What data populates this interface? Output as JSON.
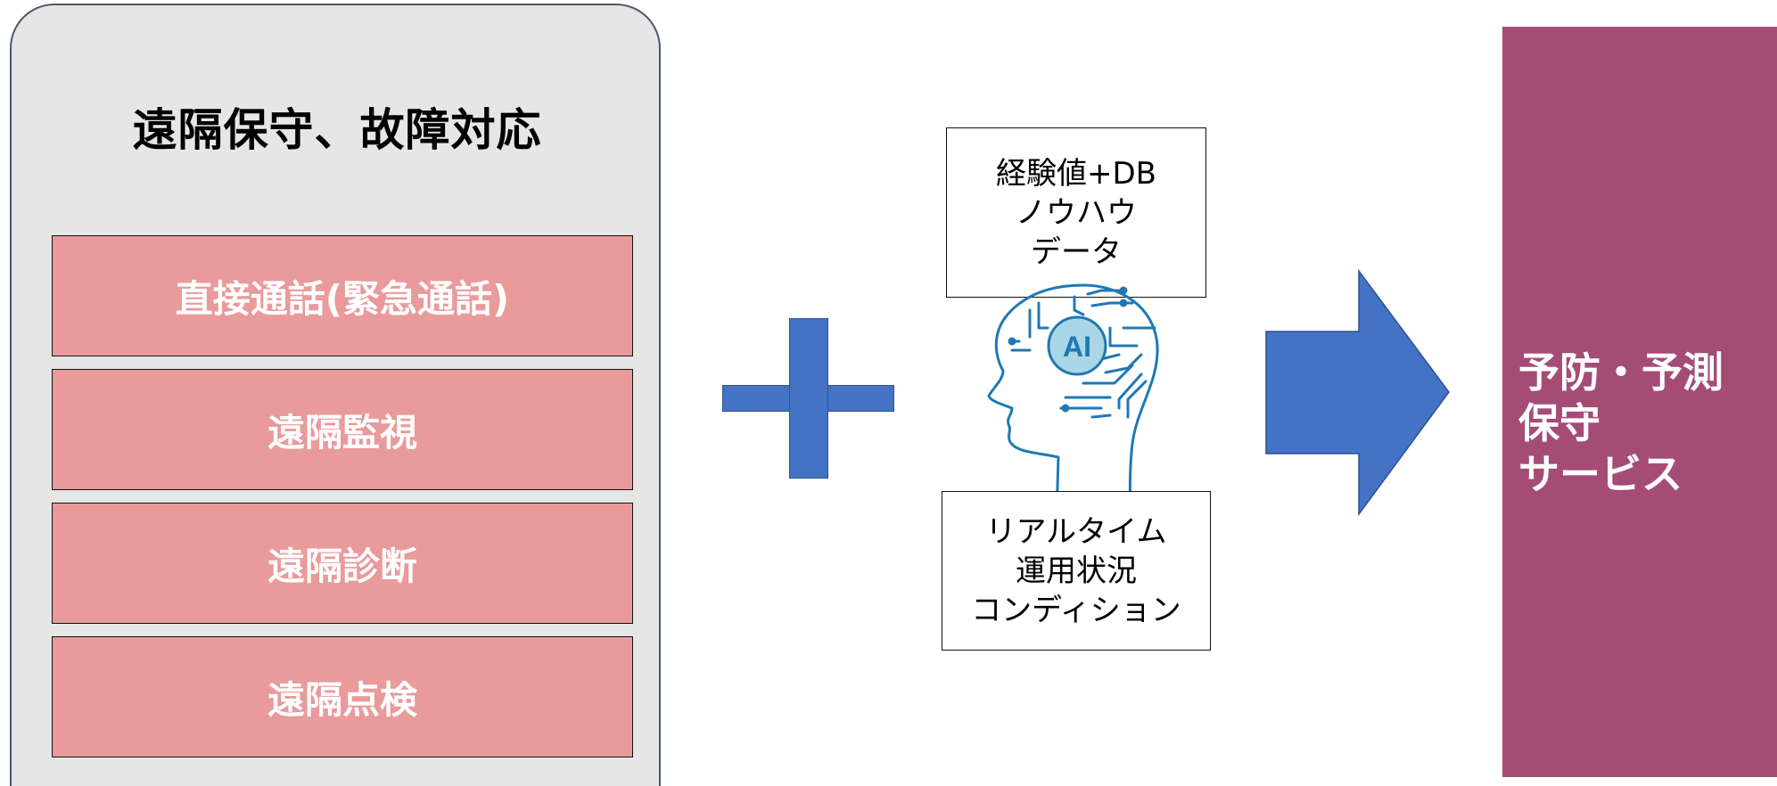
{
  "left_panel": {
    "title": "遠隔保守、故障対応",
    "services": [
      "直接通話(緊急通話)",
      "遠隔監視",
      "遠隔診断",
      "遠隔点検"
    ]
  },
  "plus_color": "#4472c4",
  "top_box": {
    "lines": [
      "経験値+DB",
      "ノウハウ",
      "データ"
    ]
  },
  "ai_label": "AI",
  "bottom_box": {
    "lines": [
      "リアルタイム",
      "運用状況",
      "コンディション"
    ]
  },
  "arrow_color": "#4472c4",
  "result_box": {
    "lines": [
      "予防・予測",
      "保守",
      "サービス"
    ],
    "color": "#a44c76"
  },
  "icons": [
    "plus-icon",
    "ai-head-icon",
    "right-arrow-icon"
  ]
}
